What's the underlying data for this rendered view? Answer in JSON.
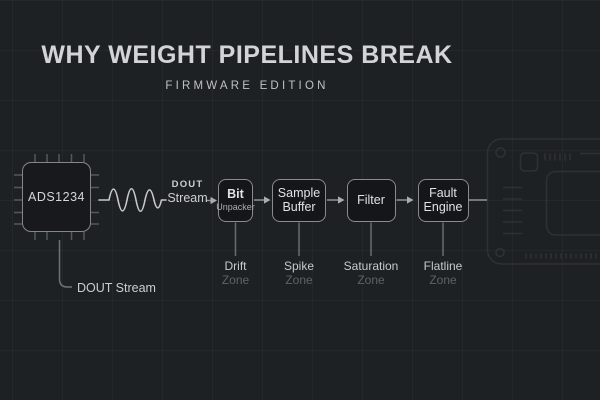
{
  "header": {
    "title": "WHY WEIGHT PIPELINES BREAK",
    "subtitle": "FIRMWARE EDITION"
  },
  "chip": {
    "label": "ADS1234",
    "output_label": "DOUT Stream"
  },
  "signal": {
    "label_line1": "DOUT",
    "label_line2": "Stream"
  },
  "pipeline": {
    "boxes": [
      {
        "line1": "Bit",
        "line2": "Unpacker"
      },
      {
        "line1": "Sample",
        "line2": "Buffer"
      },
      {
        "line1": "Filter",
        "line2": ""
      },
      {
        "line1": "Fault",
        "line2": "Engine"
      }
    ]
  },
  "zones": [
    {
      "name": "Drift",
      "suffix": "Zone"
    },
    {
      "name": "Spike",
      "suffix": "Zone"
    },
    {
      "name": "Saturation",
      "suffix": "Zone"
    },
    {
      "name": "Flatline",
      "suffix": "Zone"
    }
  ],
  "icons": {
    "chip": "adc-chip",
    "wave": "signal-wave",
    "pcb": "pcb-board"
  },
  "colors": {
    "background": "#1e2124",
    "grid": "rgba(255,255,255,0.032)",
    "bright_text": "#d3d4d6",
    "dim_text": "#5e6266",
    "box_outline": "#888b90",
    "pcb_outline": "#2e3136",
    "wave": "#c6c8cb"
  }
}
